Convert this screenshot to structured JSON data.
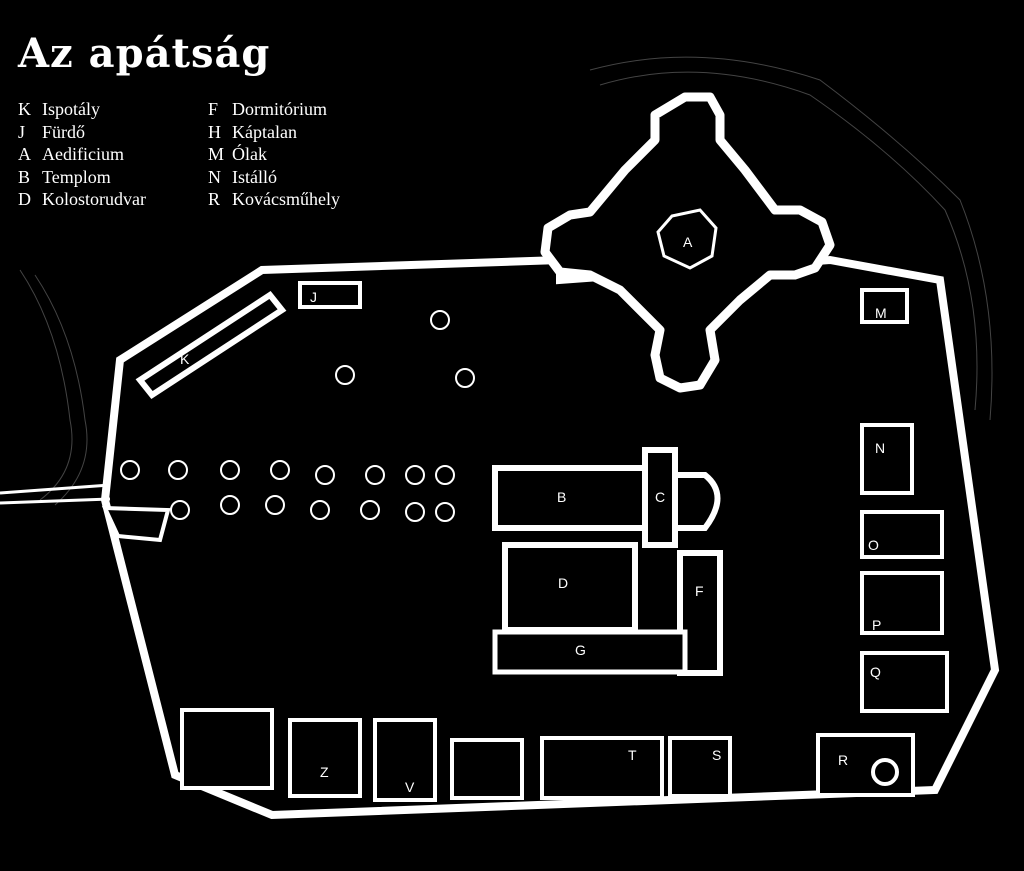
{
  "title": "Az apátság",
  "legend": {
    "left": [
      {
        "code": "K",
        "name": "Ispotály"
      },
      {
        "code": "J",
        "name": "Fürdő"
      },
      {
        "code": "A",
        "name": "Aedificium"
      },
      {
        "code": "B",
        "name": "Templom"
      },
      {
        "code": "D",
        "name": "Kolostorudvar"
      }
    ],
    "right": [
      {
        "code": "F",
        "name": "Dormitórium"
      },
      {
        "code": "H",
        "name": "Káptalan"
      },
      {
        "code": "M",
        "name": "Ólak"
      },
      {
        "code": "N",
        "name": "Istálló"
      },
      {
        "code": "R",
        "name": "Kovácsműhely"
      }
    ]
  },
  "map_labels": {
    "A": "A",
    "B": "B",
    "C": "C",
    "D": "D",
    "F": "F",
    "G": "G",
    "K": "K",
    "M": "M",
    "N": "N",
    "O": "O",
    "P": "P",
    "Q": "Q",
    "R": "R",
    "S": "S",
    "T": "T",
    "V": "V",
    "Z": "Z",
    "J": "J"
  },
  "colors": {
    "background": "#000000",
    "ink": "#ffffff"
  }
}
